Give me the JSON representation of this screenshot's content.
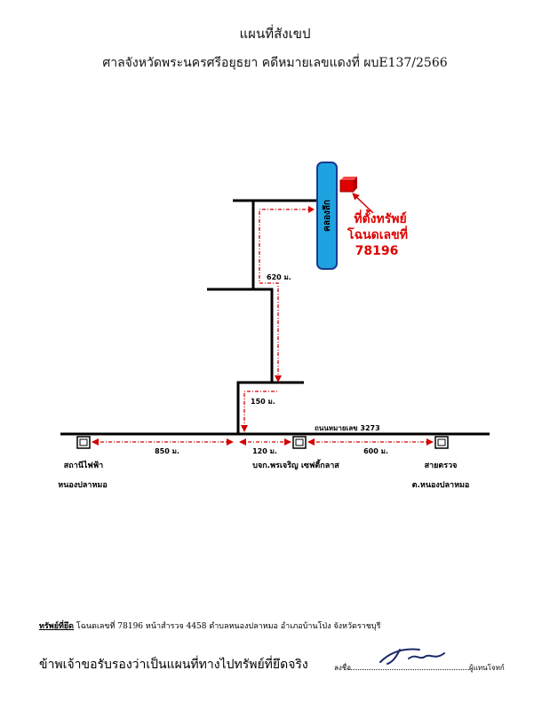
{
  "header": {
    "title": "แผนที่สังเขป",
    "subtitle": "ศาลจังหวัดพระนครศรีอยุธยา คดีหมายเลขแดงที่ ผบE137/2566"
  },
  "map": {
    "road_vertical_label": "คลองลึก",
    "property_label_line1": "ที่ตั้งทรัพย์",
    "property_label_line2": "โฉนดเลขที่",
    "property_label_line3": "78196",
    "dist_620": "620 ม.",
    "dist_150": "150 ม.",
    "highway_label": "ถนนหมายเลข 3273",
    "dist_850": "850 ม.",
    "dist_120": "120 ม.",
    "dist_600": "600 ม.",
    "landmark_left_1": "สถานีไฟฟ้า",
    "landmark_left_2": "หนองปลาหมอ",
    "landmark_center": "บจก.พรเจริญ เซฟตี้กลาส",
    "landmark_right_1": "สายตรวจ",
    "landmark_right_2": "ต.หนองปลาหมอ",
    "colors": {
      "route": "#d40000",
      "road_box": "#1fa3e0",
      "road_box_border": "#1a3a8f",
      "property": "#e00000"
    }
  },
  "footer": {
    "property_heading": "ทรัพย์ที่ยึด",
    "property_text": " โฉนดเลขที่ 78196 หน้าสำรวจ 4458 ตำบลหนองปลาหมอ อำเภอบ้านโป่ง จังหวัดราชบุรี",
    "certify_text": "ข้าพเจ้าขอรับรองว่าเป็นแผนที่ทางไปทรัพย์ที่ยึดจริง",
    "sign_label": "ลงชื่อ",
    "sign_role": "ผู้แทนโจทก์"
  }
}
